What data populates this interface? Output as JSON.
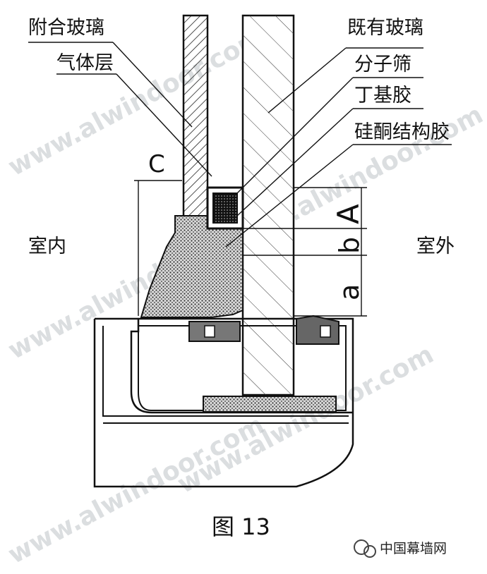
{
  "labels": {
    "attached_glass": "附合玻璃",
    "gas_layer": "气体层",
    "existing_glass": "既有玻璃",
    "molecular_sieve": "分子筛",
    "butyl_sealant": "丁基胶",
    "silicone_structural_sealant": "硅酮结构胶",
    "indoor": "室内",
    "outdoor": "室外"
  },
  "dimensions": {
    "c": "C",
    "a": "a",
    "b": "b",
    "A": "A"
  },
  "caption": "图 13",
  "watermark": "www.alwindoor.com",
  "brand": "中国幕墙网"
}
